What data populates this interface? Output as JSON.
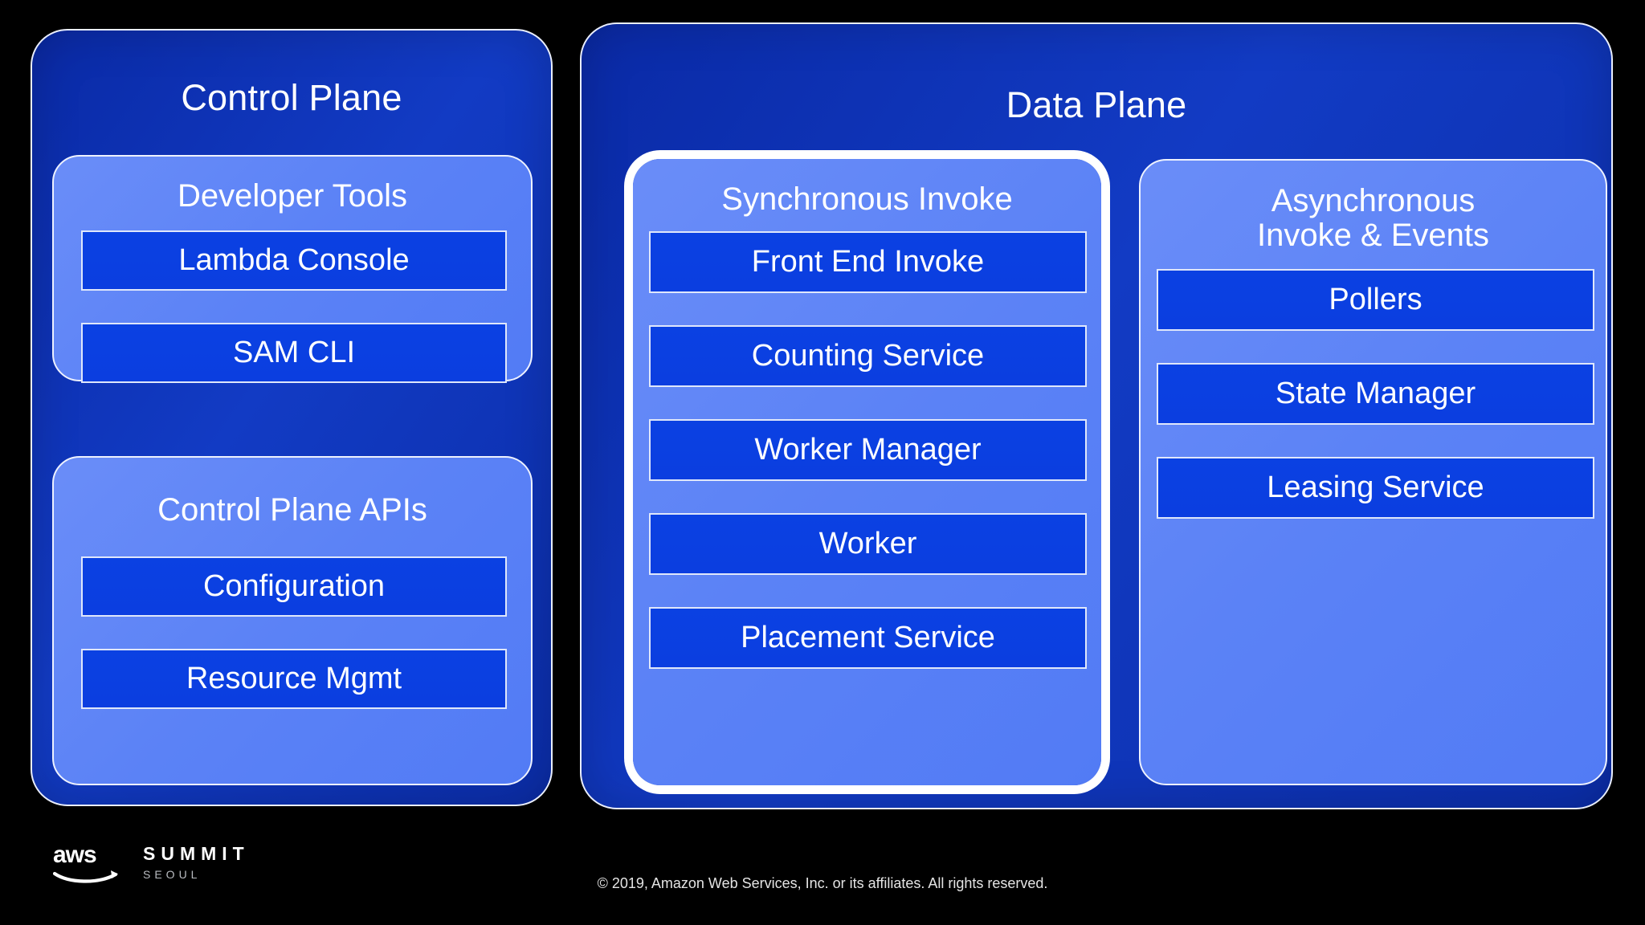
{
  "colors": {
    "background": "#000000",
    "plane_fill": "#0f36b8",
    "group_fill": "#5b82f6",
    "item_fill": "#0b3ee0",
    "border": "#ffffff",
    "text": "#ffffff",
    "footer_muted": "#b9bcc1"
  },
  "diagram": {
    "planes": [
      {
        "id": "control-plane",
        "title": "Control Plane",
        "groups": [
          {
            "id": "developer-tools",
            "title": "Developer Tools",
            "highlighted": false,
            "items": [
              "Lambda Console",
              "SAM CLI"
            ]
          },
          {
            "id": "control-plane-apis",
            "title": "Control Plane APIs",
            "highlighted": false,
            "items": [
              "Configuration",
              "Resource Mgmt"
            ]
          }
        ]
      },
      {
        "id": "data-plane",
        "title": "Data Plane",
        "groups": [
          {
            "id": "sync-invoke",
            "title": "Synchronous Invoke",
            "highlighted": true,
            "items": [
              "Front End Invoke",
              "Counting Service",
              "Worker Manager",
              "Worker",
              "Placement Service"
            ]
          },
          {
            "id": "async-invoke",
            "title": "Asynchronous\nInvoke & Events",
            "title_line1": "Asynchronous",
            "title_line2": "Invoke & Events",
            "highlighted": false,
            "items": [
              "Pollers",
              "State Manager",
              "Leasing Service"
            ]
          }
        ]
      }
    ]
  },
  "footer": {
    "logo_name": "aws",
    "event_name": "SUMMIT",
    "event_city": "SEOUL",
    "copyright": "© 2019, Amazon Web Services, Inc. or its affiliates. All rights reserved."
  }
}
